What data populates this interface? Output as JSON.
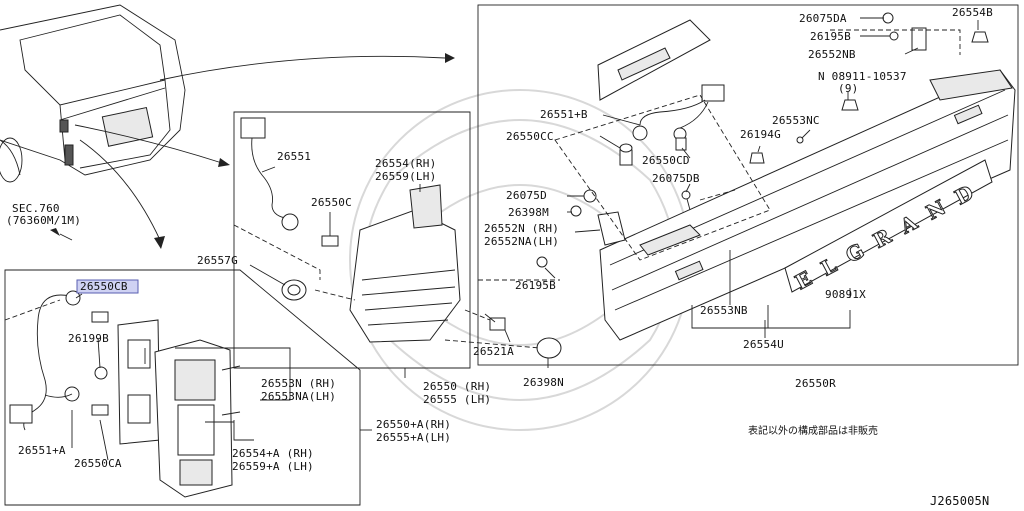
{
  "parts": {
    "p_26075da": "26075DA",
    "p_26195b_top": "26195B",
    "p_26552nb": "26552NB",
    "p_26554b": "26554B",
    "p_08911": "N 08911-10537",
    "p_08911_qty": "(9)",
    "p_26551b": "26551+B",
    "p_26553nc": "26553NC",
    "p_26550cc": "26550CC",
    "p_26194g": "26194G",
    "p_26550cd": "26550CD",
    "p_26075db": "26075DB",
    "p_26075d": "26075D",
    "p_26398m": "26398M",
    "p_26552n": "26552N (RH)",
    "p_26552na": "26552NA(LH)",
    "p_26195b_bot": "26195B",
    "p_26553nb": "26553NB",
    "p_90891x": "90891X",
    "p_26554u": "26554U",
    "p_26550r": "26550R",
    "p_26551": "26551",
    "p_26554rh": "26554(RH)",
    "p_26559lh": "26559(LH)",
    "p_26550c": "26550C",
    "p_26557g": "26557G",
    "p_26521a": "26521A",
    "p_26398n": "26398N",
    "p_26550rh": "26550 (RH)",
    "p_26555lh": "26555 (LH)",
    "p_sec760": "SEC.760",
    "p_76360m": "(76360M/1M)",
    "p_26550cb": "26550CB",
    "p_26199b": "26199B",
    "p_26553n": "26553N (RH)",
    "p_26553na": "26553NA(LH)",
    "p_26550a_rh": "26550+A(RH)",
    "p_26555a_lh": "26555+A(LH)",
    "p_26554a_rh": "26554+A (RH)",
    "p_26559a_lh": "26559+A (LH)",
    "p_26551a": "26551+A",
    "p_26550ca": "26550CA"
  },
  "emblem_text": "ELGRAND",
  "note_jp": "表記以外の構成部品は非販売",
  "diagram_id": "J265005N",
  "highlighted_part": "26550CB",
  "colors": {
    "highlight": "#cfd2f3",
    "highlight_border": "#5a5fb0",
    "line": "#222222"
  }
}
